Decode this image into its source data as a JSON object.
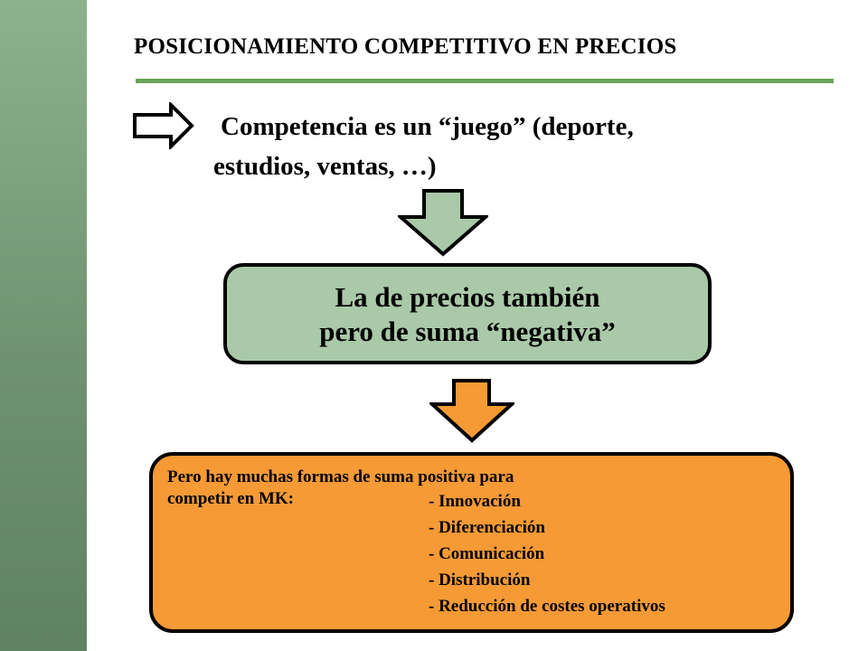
{
  "title": "POSICIONAMIENTO COMPETITIVO EN PRECIOS",
  "intro": {
    "line1": "Competencia es un “juego” (deporte,",
    "line2": "estudios, ventas, …)"
  },
  "green_box": {
    "line1": "La de precios  también",
    "line2": "pero de suma “negativa”"
  },
  "orange_box": {
    "line1": "Pero hay muchas formas de suma positiva para",
    "line2": "competir en MK:",
    "items": [
      "- Innovación",
      "- Diferenciación",
      "- Comunicación",
      "- Distribución",
      "- Reducción de costes operativos"
    ]
  },
  "icons": {
    "intro_arrow": "right-arrow-icon",
    "first_flow_arrow": "down-arrow-icon",
    "second_flow_arrow": "down-arrow-icon"
  },
  "colors": {
    "sidebar": "#6f9270",
    "title_underline": "#6aa45a",
    "green_arrow": "#a9c9a9",
    "green_box": "#a9c9a9",
    "orange_arrow": "#f59a35",
    "orange_box": "#f59a35",
    "outline": "#000000"
  }
}
